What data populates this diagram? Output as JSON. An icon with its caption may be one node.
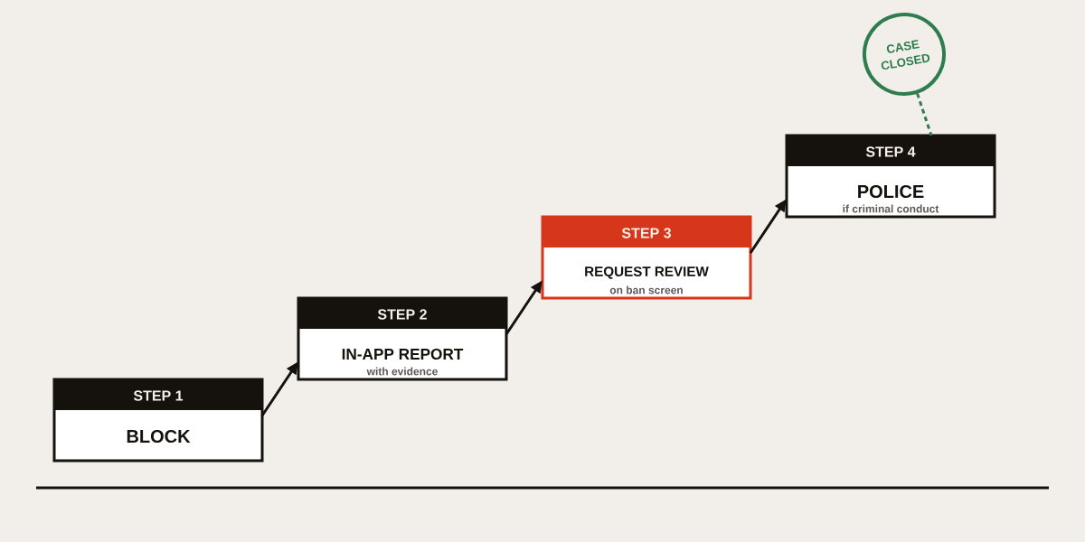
{
  "diagram": {
    "nodes": [
      {
        "text": [
          "STEP 1",
          "BLOCK"
        ]
      },
      {
        "text": [
          "STEP 2",
          "IN-APP REPORT",
          "with evidence"
        ]
      },
      {
        "text": [
          "STEP 3",
          "REQUEST REVIEW",
          "on ban screen"
        ]
      },
      {
        "text": [
          "STEP 4",
          "POLICE",
          "if criminal conduct"
        ]
      },
      {
        "text": [
          "CASE CLOSED"
        ]
      }
    ],
    "edges": [
      {
        "from": 0,
        "to": 1,
        "arrow": "to"
      },
      {
        "from": 1,
        "to": 2,
        "arrow": "to"
      },
      {
        "from": 2,
        "to": 3,
        "arrow": "to"
      },
      {
        "from": 4,
        "to": 3,
        "arrow": "none",
        "style": "dashed",
        "color": "#2e7d4f"
      }
    ]
  }
}
